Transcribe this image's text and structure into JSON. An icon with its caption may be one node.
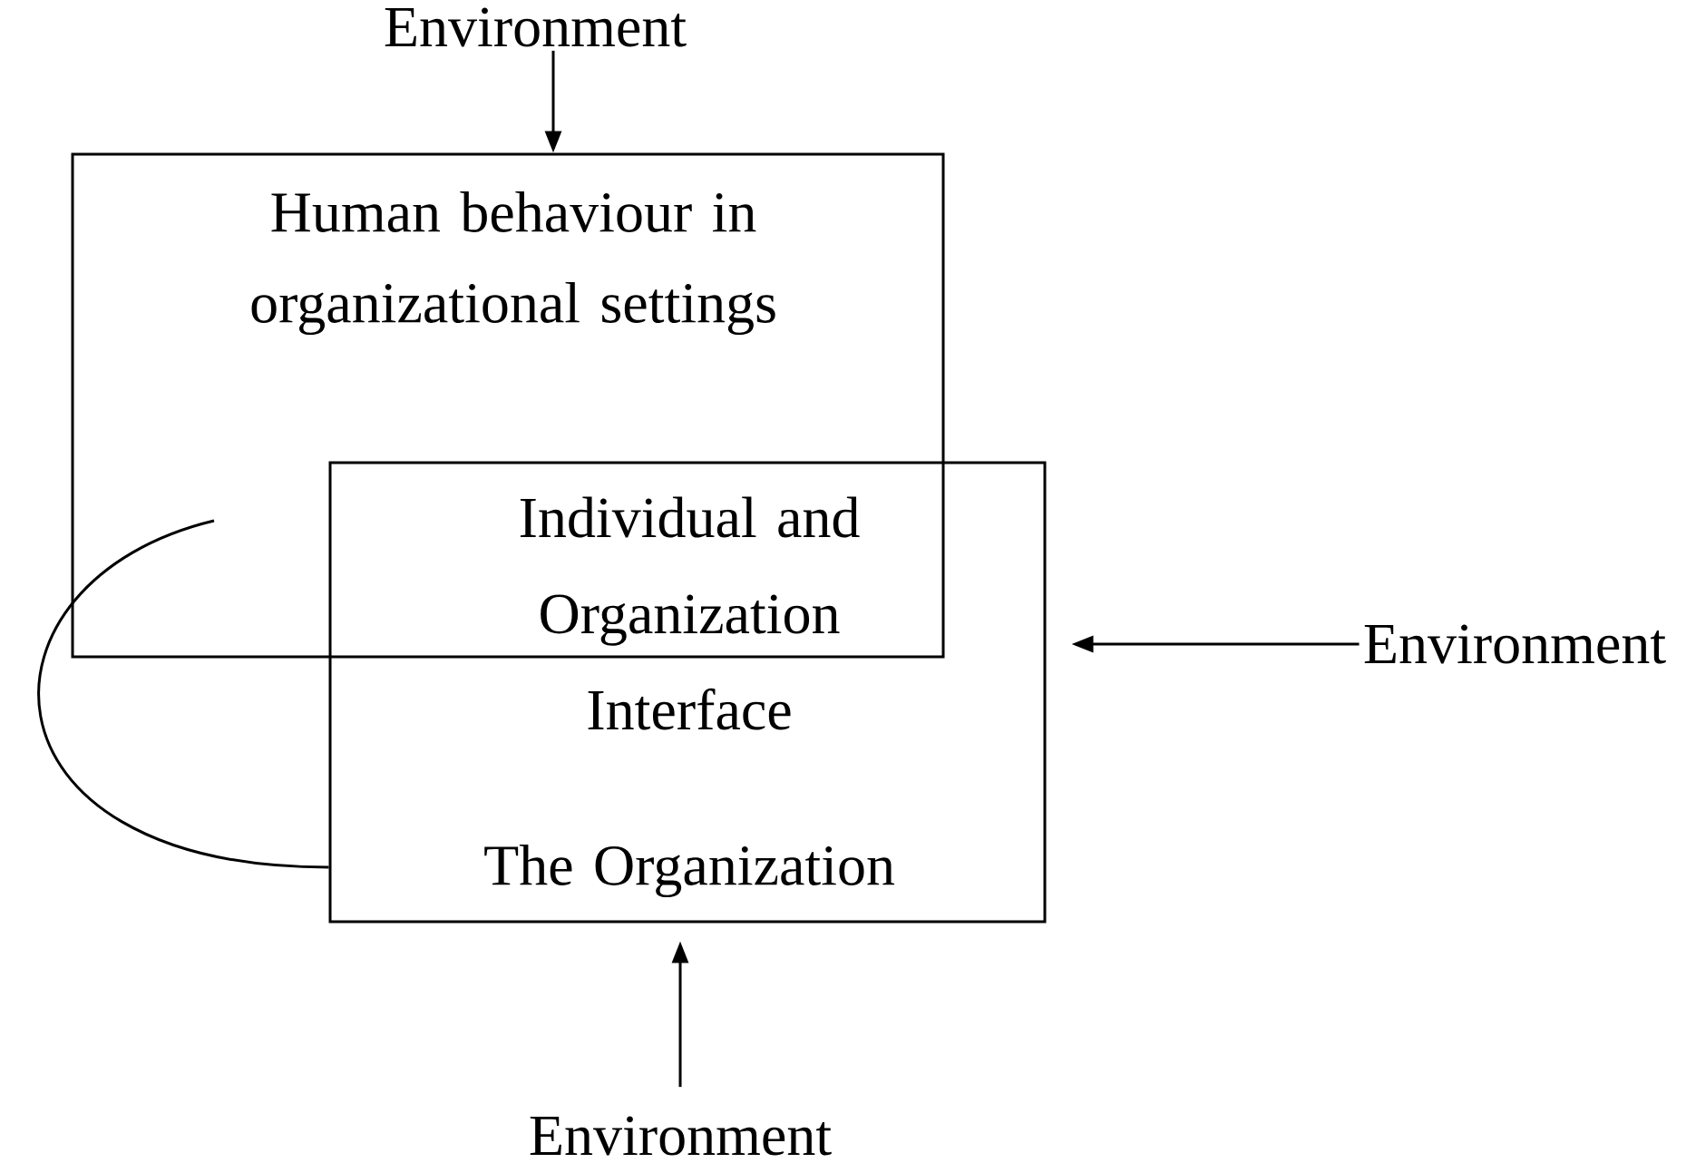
{
  "diagram": {
    "nodes": [
      {
        "text": [
          "Human behaviour in organizational settings"
        ]
      },
      {
        "text": [
          "Individual and Organization Interface",
          "The Organization"
        ]
      },
      {
        "text": [
          "Environment"
        ]
      },
      {
        "text": [
          "Environment"
        ]
      },
      {
        "text": [
          "Environment"
        ]
      }
    ],
    "edges": [
      {
        "from": 2,
        "to": 0,
        "arrow": "to"
      },
      {
        "from": 3,
        "to": 1,
        "arrow": "to"
      },
      {
        "from": 4,
        "to": 1,
        "arrow": "to"
      },
      {
        "from": 0,
        "to": 1,
        "arrow": "none"
      }
    ]
  }
}
